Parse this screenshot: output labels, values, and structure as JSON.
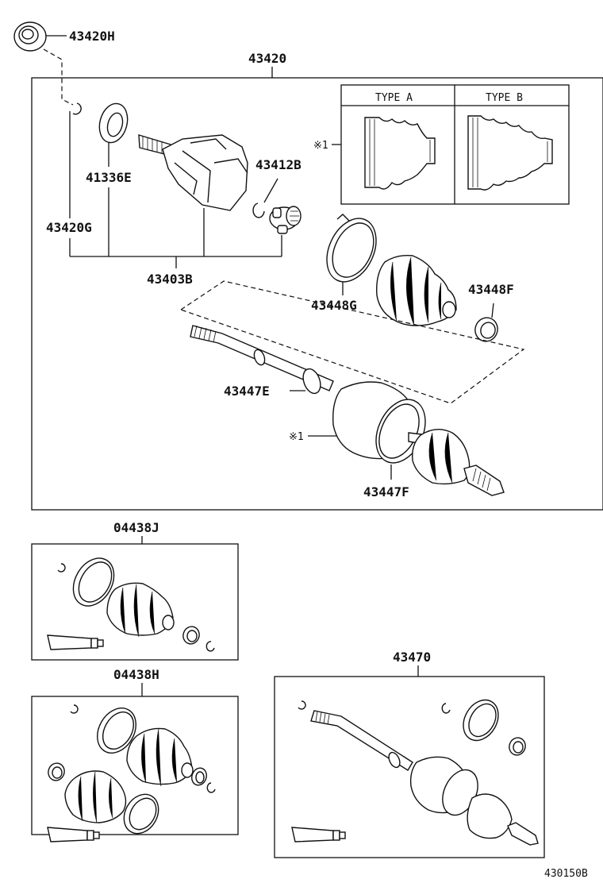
{
  "labels": {
    "p43420H": "43420H",
    "p43420": "43420",
    "p41336E": "41336E",
    "p43412B": "43412B",
    "p43420G": "43420G",
    "p43403B": "43403B",
    "p43448G": "43448G",
    "p43448F": "43448F",
    "p43447E": "43447E",
    "p43447F": "43447F",
    "mark1a": "※1",
    "mark1b": "※1",
    "typeA": "TYPE A",
    "typeB": "TYPE B",
    "p04438J": "04438J",
    "p04438H": "04438H",
    "p43470": "43470",
    "figure_code": "430150B"
  }
}
